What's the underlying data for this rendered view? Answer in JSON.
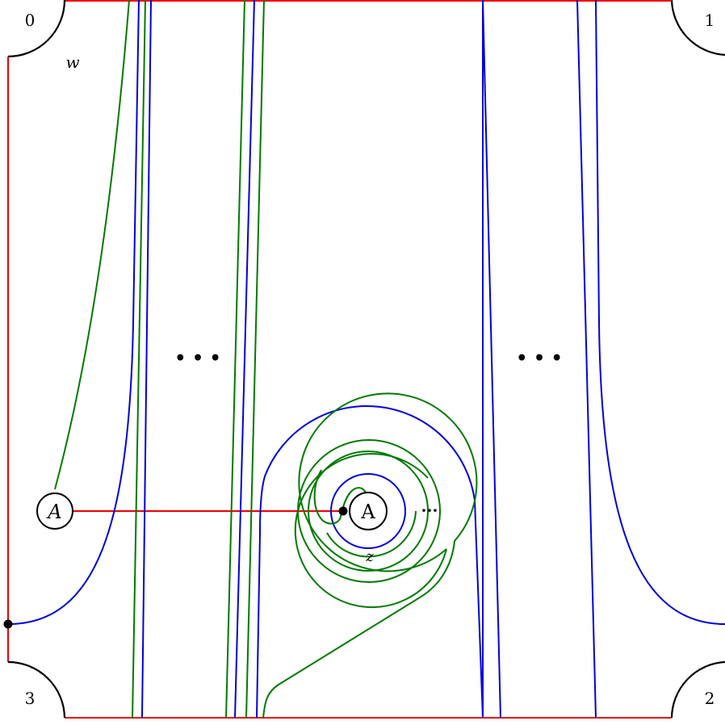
{
  "corners": {
    "top_left": "0",
    "top_right": "1",
    "bottom_right": "2",
    "bottom_left": "3"
  },
  "basepoints": {
    "w": "w",
    "z": "z"
  },
  "disks": {
    "left": "A",
    "center": "A"
  },
  "ellipses": {
    "left": "• • •",
    "right": "• • •",
    "spiral": "···"
  },
  "colors": {
    "alpha_curves": "#ee0000",
    "beta_curves": "#0000dd",
    "gamma_curves": "#007a00"
  }
}
